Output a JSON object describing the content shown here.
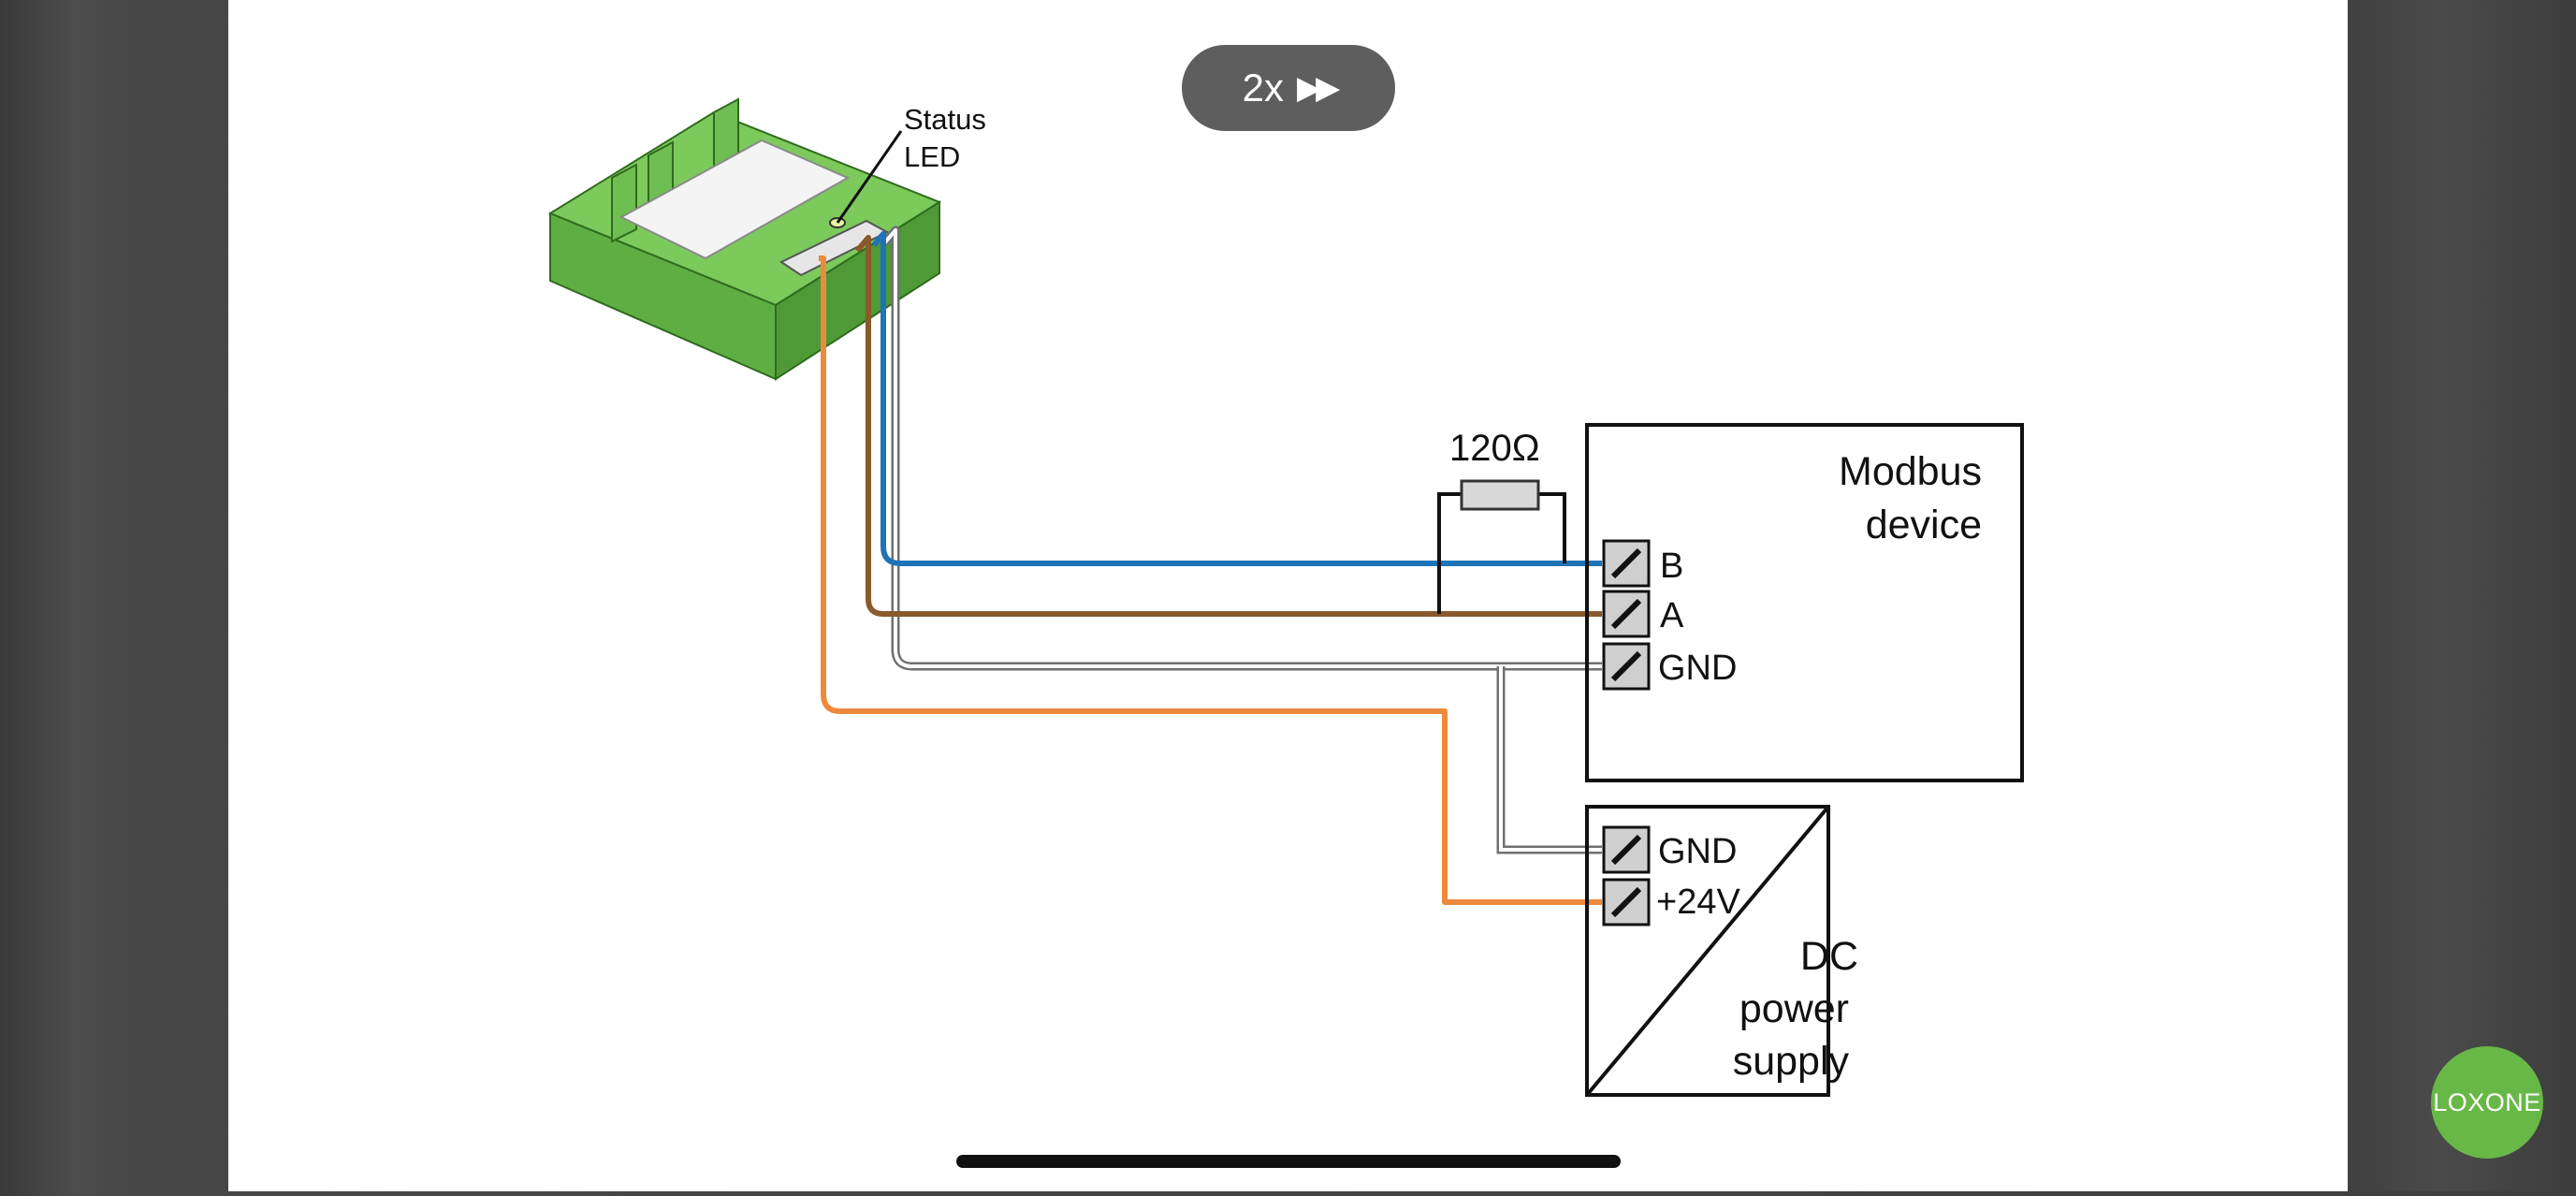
{
  "player": {
    "speed_label": "2x",
    "speed_icon": "fast-forward-icon",
    "brand_label": "LOXONE",
    "brand_color": "#68b848"
  },
  "diagram": {
    "status_led_line1": "Status",
    "status_led_line2": "LED",
    "resistor_label": "120Ω",
    "modbus_line1": "Modbus",
    "modbus_line2": "device",
    "terminal_b": "B",
    "terminal_a": "A",
    "terminal_gnd_modbus": "GND",
    "terminal_gnd_psu": "GND",
    "terminal_24v": "+24V",
    "psu_line1": "DC",
    "psu_line2": "power",
    "psu_line3": "supply",
    "wire_colors": {
      "b": "#1f73b7",
      "a": "#8a5a2b",
      "gnd": "#b0b0b0",
      "v24": "#ec8a3c",
      "device": "#6bbf4e"
    }
  }
}
